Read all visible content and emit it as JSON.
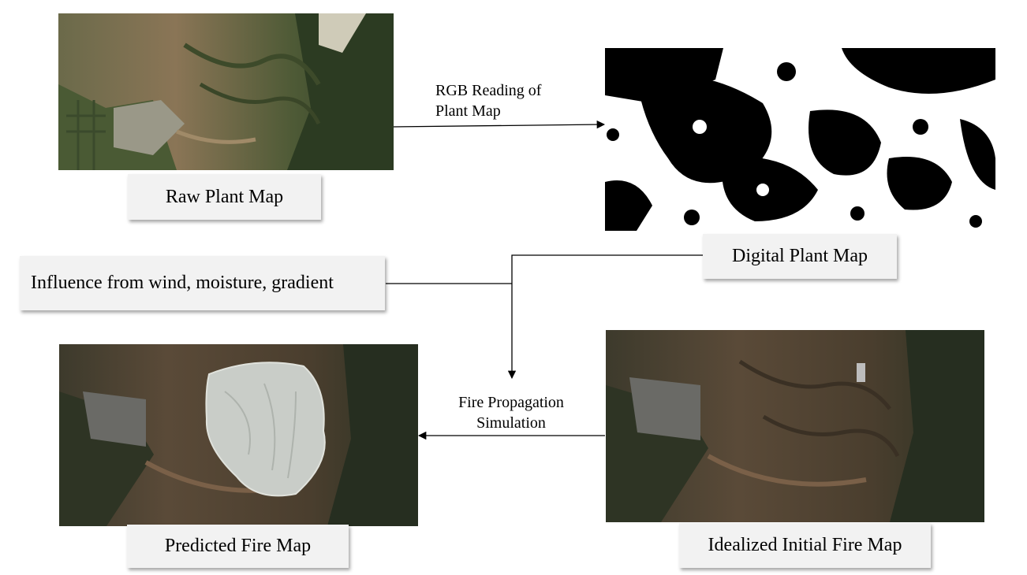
{
  "labels": {
    "raw_plant_map": "Raw Plant Map",
    "digital_plant_map": "Digital Plant Map",
    "influence": "Influence from wind, moisture, gradient",
    "predicted_fire_map": "Predicted Fire Map",
    "idealized_initial_fire_map": "Idealized Initial Fire Map"
  },
  "arrow_labels": {
    "rgb_line1": "RGB Reading of",
    "rgb_line2": "Plant Map",
    "fire_line1": "Fire Propagation",
    "fire_line2": "Simulation"
  }
}
